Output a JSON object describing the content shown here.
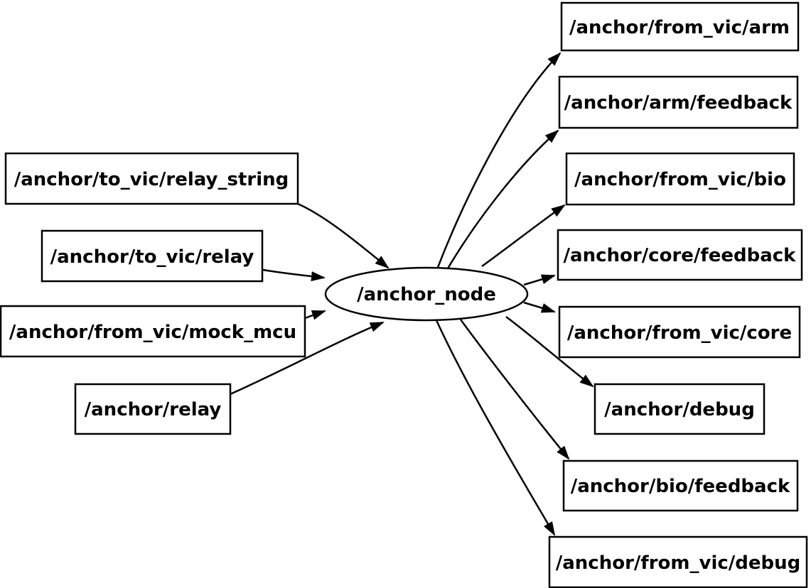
{
  "diagram": {
    "title": "ros-node-topic-graph",
    "node": "/anchor_node",
    "inputs": [
      "/anchor/to_vic/relay_string",
      "/anchor/to_vic/relay",
      "/anchor/from_vic/mock_mcu",
      "/anchor/relay"
    ],
    "outputs": [
      "/anchor/from_vic/arm",
      "/anchor/arm/feedback",
      "/anchor/from_vic/bio",
      "/anchor/core/feedback",
      "/anchor/from_vic/core",
      "/anchor/debug",
      "/anchor/bio/feedback",
      "/anchor/from_vic/debug"
    ],
    "colors": {
      "background": "#ffffff",
      "stroke": "#000000",
      "text": "#000000"
    }
  }
}
